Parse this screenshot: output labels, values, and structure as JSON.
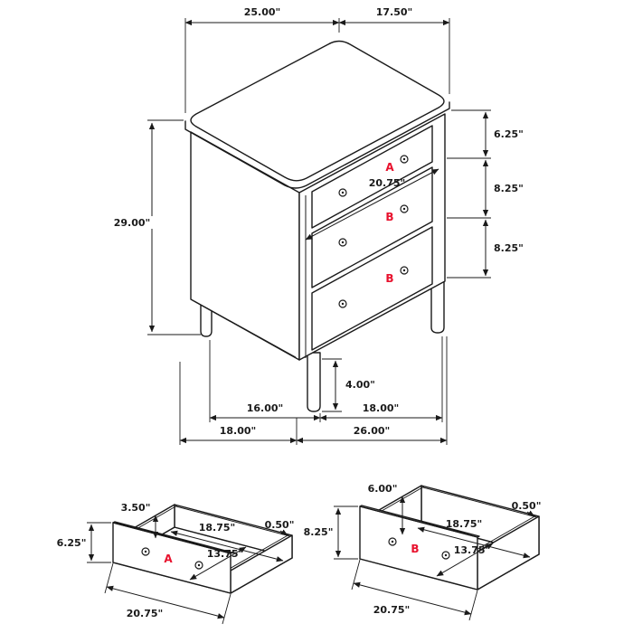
{
  "colors": {
    "line": "#1a1a1a",
    "red": "#e8112d"
  },
  "main_view": {
    "top_width": "25.00\"",
    "top_depth": "17.50\"",
    "height": "29.00\"",
    "drawer_width": "20.75\"",
    "drawer_a_height": "6.25\"",
    "drawer_b1_height": "8.25\"",
    "drawer_b2_height": "8.25\"",
    "leg_height": "4.00\"",
    "base_left": "16.00\"",
    "base_right": "18.00\"",
    "footprint_depth": "18.00\"",
    "footprint_width": "26.00\"",
    "label_a": "A",
    "label_b1": "B",
    "label_b2": "B"
  },
  "drawer_a_view": {
    "label": "A",
    "side_height": "3.50\"",
    "inner_width": "18.75\"",
    "wall_thickness": "0.50\"",
    "front_height": "6.25\"",
    "inner_depth": "13.75\"",
    "outer_width": "20.75\""
  },
  "drawer_b_view": {
    "label": "B",
    "side_height": "6.00\"",
    "inner_width": "18.75\"",
    "wall_thickness": "0.50\"",
    "front_height": "8.25\"",
    "inner_depth": "13.75\"",
    "outer_width": "20.75\""
  }
}
